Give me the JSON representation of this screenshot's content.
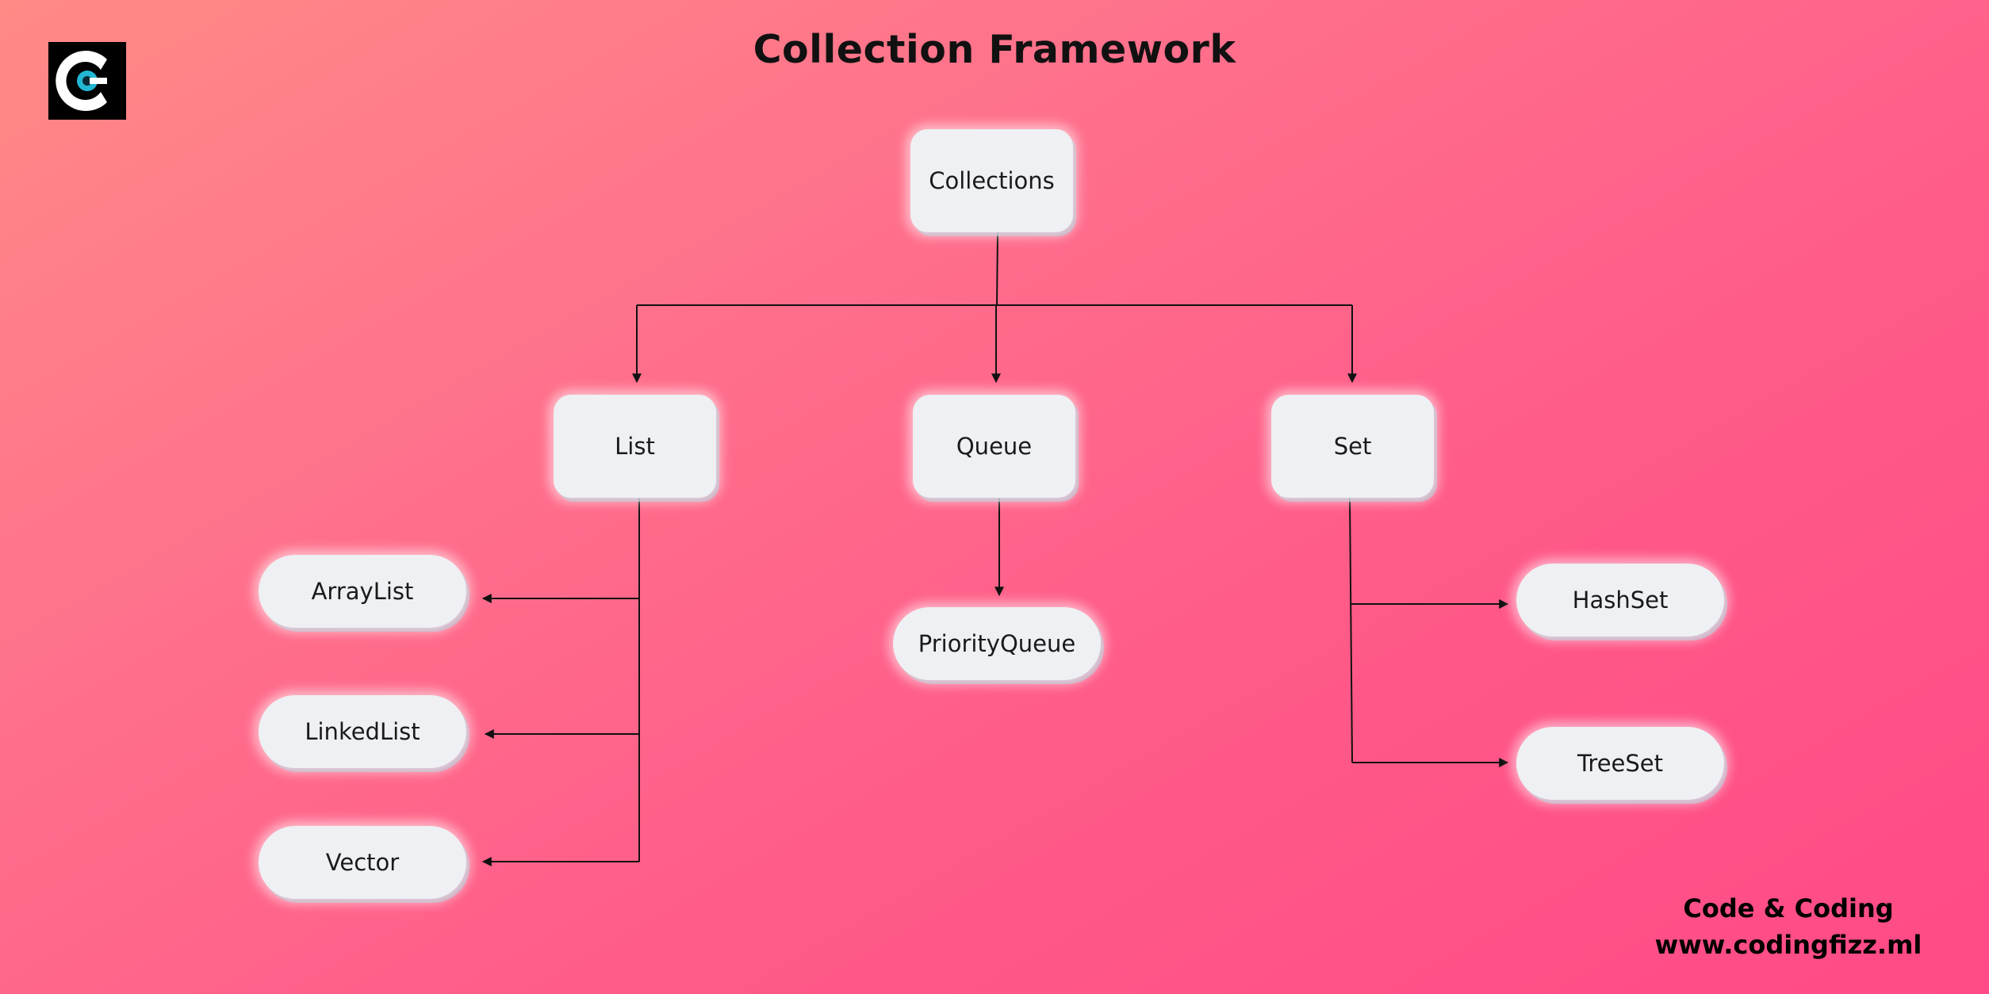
{
  "title": "Collection Framework",
  "footer": {
    "brand": "Code & Coding",
    "url": "www.codingfizz.ml"
  },
  "colors": {
    "background_start": "#ff8a86",
    "background_end": "#ff4a86",
    "node_fill": "#eef0f3",
    "logo_accent": "#22b8d4"
  },
  "nodes": {
    "root": "Collections",
    "list": "List",
    "queue": "Queue",
    "set": "Set",
    "arraylist": "ArrayList",
    "linkedlist": "LinkedList",
    "vector": "Vector",
    "priorityqueue": "PriorityQueue",
    "hashset": "HashSet",
    "treeset": "TreeSet"
  },
  "edges": [
    {
      "from": "root",
      "to": "list"
    },
    {
      "from": "root",
      "to": "queue"
    },
    {
      "from": "root",
      "to": "set"
    },
    {
      "from": "list",
      "to": "arraylist"
    },
    {
      "from": "list",
      "to": "linkedlist"
    },
    {
      "from": "list",
      "to": "vector"
    },
    {
      "from": "queue",
      "to": "priorityqueue"
    },
    {
      "from": "set",
      "to": "hashset"
    },
    {
      "from": "set",
      "to": "treeset"
    }
  ]
}
